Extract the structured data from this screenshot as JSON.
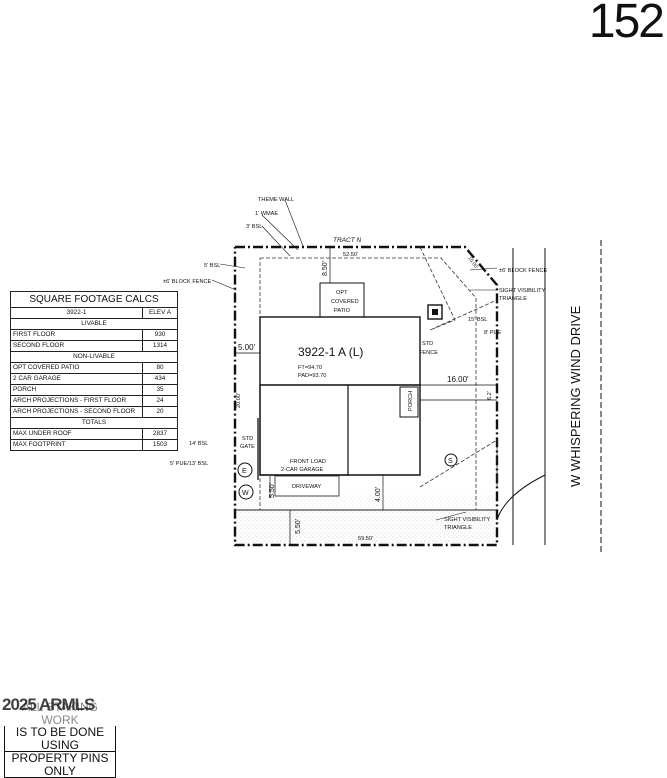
{
  "page_number": "152",
  "table": {
    "title": "SQUARE FOOTAGE CALCS",
    "plan": "3922-1",
    "elev": "ELEV A",
    "livable_header": "LIVABLE",
    "livable": [
      {
        "label": "FIRST FLOOR",
        "value": "930"
      },
      {
        "label": "SECOND FLOOR",
        "value": "1314"
      }
    ],
    "nonlivable_header": "NON-LIVABLE",
    "nonlivable": [
      {
        "label": "OPT COVERED PATIO",
        "value": "80"
      },
      {
        "label": "2 CAR GARAGE",
        "value": "434"
      },
      {
        "label": "PORCH",
        "value": "35"
      },
      {
        "label": "ARCH PROJECTIONS - FIRST FLOOR",
        "value": "24"
      },
      {
        "label": "ARCH PROJECTIONS - SECOND FLOOR",
        "value": "20"
      }
    ],
    "totals_header": "TOTALS",
    "totals": [
      {
        "label": "MAX UNDER ROOF",
        "value": "2837"
      },
      {
        "label": "MAX FOOTPRINT",
        "value": "1503"
      }
    ]
  },
  "plan": {
    "house_label": "3922-1 A (L)",
    "ft": "FT=94.70",
    "pad": "PAD=93.70",
    "theme_wall": "THEME WALL",
    "wmae": "1' WMAE",
    "bsl_3": "3' BSL",
    "tract_n": "TRACT N",
    "dim_top": "52.50'",
    "dim_rear": "8.50'",
    "bsl_5": "5' BSL",
    "block_fence_left": "±6' BLOCK FENCE",
    "block_fence_right": "±6' BLOCK FENCE",
    "opt_patio_1": "OPT",
    "opt_patio_2": "COVERED",
    "opt_patio_3": "PATIO",
    "sight_vis_1": "SIGHT VISIBILITY",
    "sight_vis_2": "TRIANGLE",
    "bsl_15": "15' BSL",
    "pue_8": "8' PUE",
    "std_fence_1": "STD",
    "std_fence_2": "FENCE",
    "dim_side": "5.00'",
    "dim_16": "16.00'",
    "dim_62": "6.2'",
    "porch": "PORCH",
    "dim_20": "20.00'",
    "std_gate_1": "STD",
    "std_gate_2": "GATE",
    "bsl_14": "14' BSL",
    "pue_bsl": "5' PUE/13' BSL",
    "front_load_1": "FRONT LOAD",
    "front_load_2": "2-CAR GARAGE",
    "driveway": "DRIVEWAY",
    "dim_550a": "5.50'",
    "dim_400": "4.00'",
    "dim_550b": "5.50'",
    "dim_5950": "59.50'",
    "sight_vis_b1": "SIGHT VISIBILITY",
    "sight_vis_b2": "TRIANGLE",
    "marker_e": "E",
    "marker_w": "W",
    "marker_s": "S",
    "corner_label": "15.00'"
  },
  "street": "W WHISPERING WIND DRIVE",
  "footer": {
    "copyright": "2025 ARMLS",
    "note_lines": [
      "ALL STAKING WORK",
      "IS TO BE DONE USING",
      "PROPERTY PINS ONLY"
    ]
  }
}
